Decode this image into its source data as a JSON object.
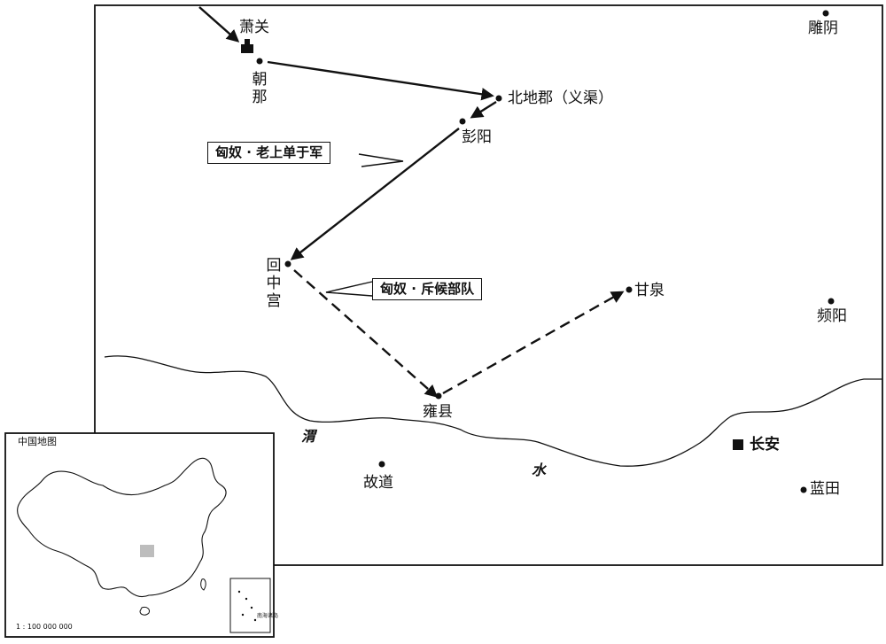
{
  "places": {
    "xiaoguan": "萧关",
    "chaona": "朝那",
    "beidi": "北地郡（义渠）",
    "pengyang": "彭阳",
    "diaoyin": "雕阴",
    "huizhonggong": "回中宫",
    "ganquan": "甘泉",
    "pinyang": "频阳",
    "yongxian": "雍县",
    "gudao": "故道",
    "changan": "长安",
    "lantian": "蓝田"
  },
  "river": {
    "part1": "渭",
    "part2": "水"
  },
  "routes": {
    "main_army": "匈奴 · 老上单于军",
    "scouts": "匈奴 · 斥候部队"
  },
  "inset": {
    "title": "中国地图",
    "scale": "1 : 100 000 000",
    "sea_label": "南海诸岛"
  }
}
